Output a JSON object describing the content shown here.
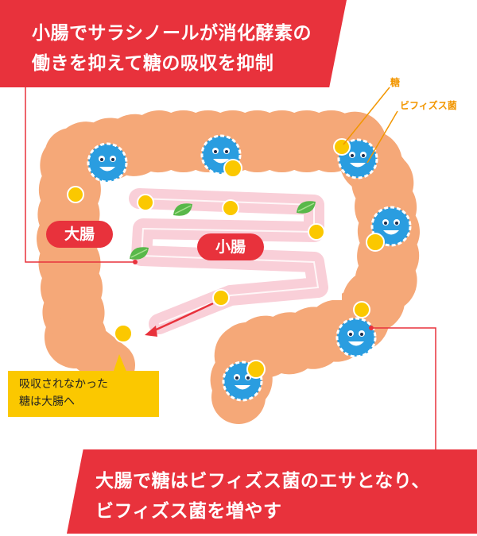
{
  "banner_top": {
    "line1": "小腸でサラシノールが消化酵素の",
    "line2": "働きを抑えて糖の吸収を抑制"
  },
  "label_large_intestine": "大腸",
  "label_small_intestine": "小腸",
  "label_sugar": "糖",
  "label_bifido": "ビフィズス菌",
  "note": {
    "line1": "吸収されなかった",
    "line2": "糖は大腸へ"
  },
  "banner_bottom": {
    "line1": "大腸で糖はビフィズス菌のエサとなり、",
    "line2": "ビフィズス菌を増やす"
  },
  "colors": {
    "accent_red": "#e8323c",
    "intestine": "#f5a878",
    "small_intestine": "#f9cfd8",
    "sugar": "#fbc800",
    "bacteria": "#2a9de0",
    "leaf": "#58b84a",
    "label_orange": "#f29600"
  }
}
